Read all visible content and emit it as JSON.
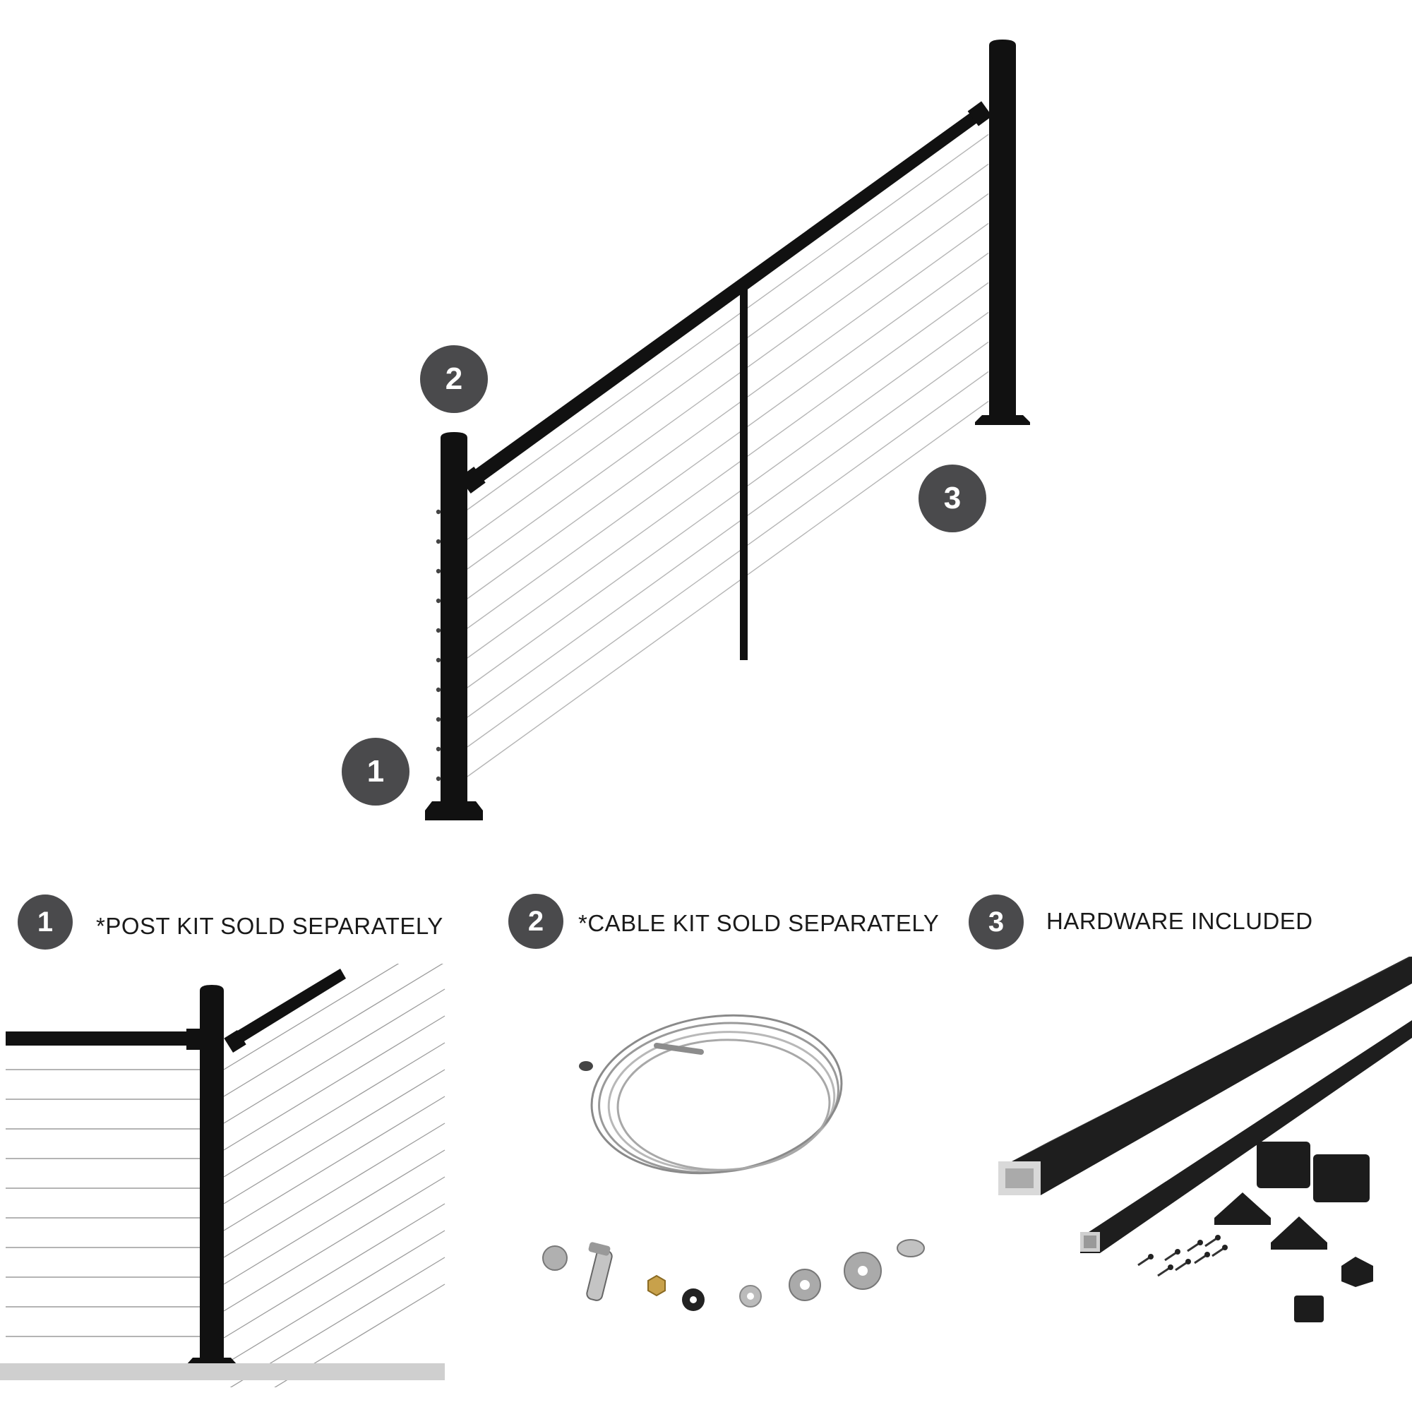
{
  "callouts": {
    "post": "1",
    "cable": "2",
    "hardware": "3"
  },
  "legend": [
    {
      "number": "1",
      "text": "*POST KIT SOLD SEPARATELY"
    },
    {
      "number": "2",
      "text": "*CABLE KIT SOLD SEPARATELY"
    },
    {
      "number": "3",
      "text": "HARDWARE INCLUDED"
    }
  ],
  "colors": {
    "badge": "#4a4a4c",
    "frame": "#111111",
    "cable": "#b5b5b5",
    "floor": "#cfcfcf"
  }
}
